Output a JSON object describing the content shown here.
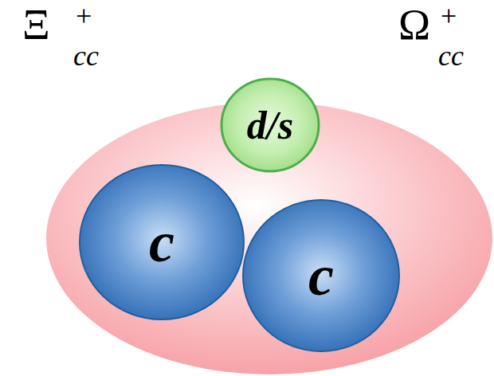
{
  "diagram": {
    "nodes": [
      {
        "text": [
          "d/s"
        ]
      },
      {
        "text": [
          "c"
        ]
      },
      {
        "text": [
          "c"
        ]
      }
    ],
    "labels": [
      "Ξ",
      "cc",
      "+",
      "Ω",
      "cc",
      "+"
    ]
  }
}
